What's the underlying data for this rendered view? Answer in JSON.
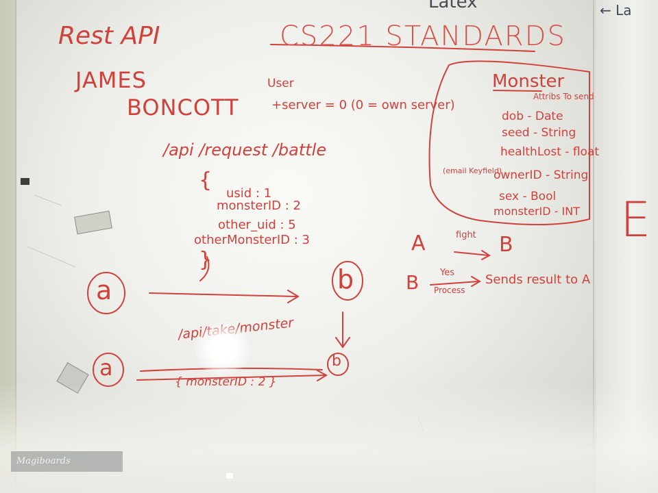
{
  "top_fragment": "Latex",
  "top_right": "← La",
  "title_left": "Rest API",
  "title_center": "CS221 STANDARDS",
  "author_first": "JAMES",
  "author_last": "BONCOTT",
  "user_label": "User",
  "server_note": "+server = 0 (0 = own server)",
  "endpoint_battle": "/api /request /battle",
  "json_open": "{",
  "json_lines": [
    "usid : 1",
    "monsterID : 2",
    "other_uid : 5",
    "otherMonsterID : 3"
  ],
  "json_close": "}",
  "node_a": "a",
  "node_b": "b",
  "endpoint_monster": "/api/take/monster",
  "monster_payload": "{ monsterID : 2 }",
  "monster_box": {
    "title": "Monster",
    "attribs": "Attribs To send",
    "fields": [
      "dob  - Date",
      "seed  - String",
      "healthLost - float",
      "ownerID - String",
      "sex  - Bool",
      "monsterID - INT"
    ],
    "email_note": "(email Keyfield)"
  },
  "flow": {
    "a": "A",
    "b": "B",
    "fight": "fight",
    "b2": "B",
    "yes": "Yes",
    "process": "Process",
    "result": "Sends result to A"
  },
  "right_edge": "E",
  "logo_text": "Magiboards",
  "ink_color": "#d1413b"
}
